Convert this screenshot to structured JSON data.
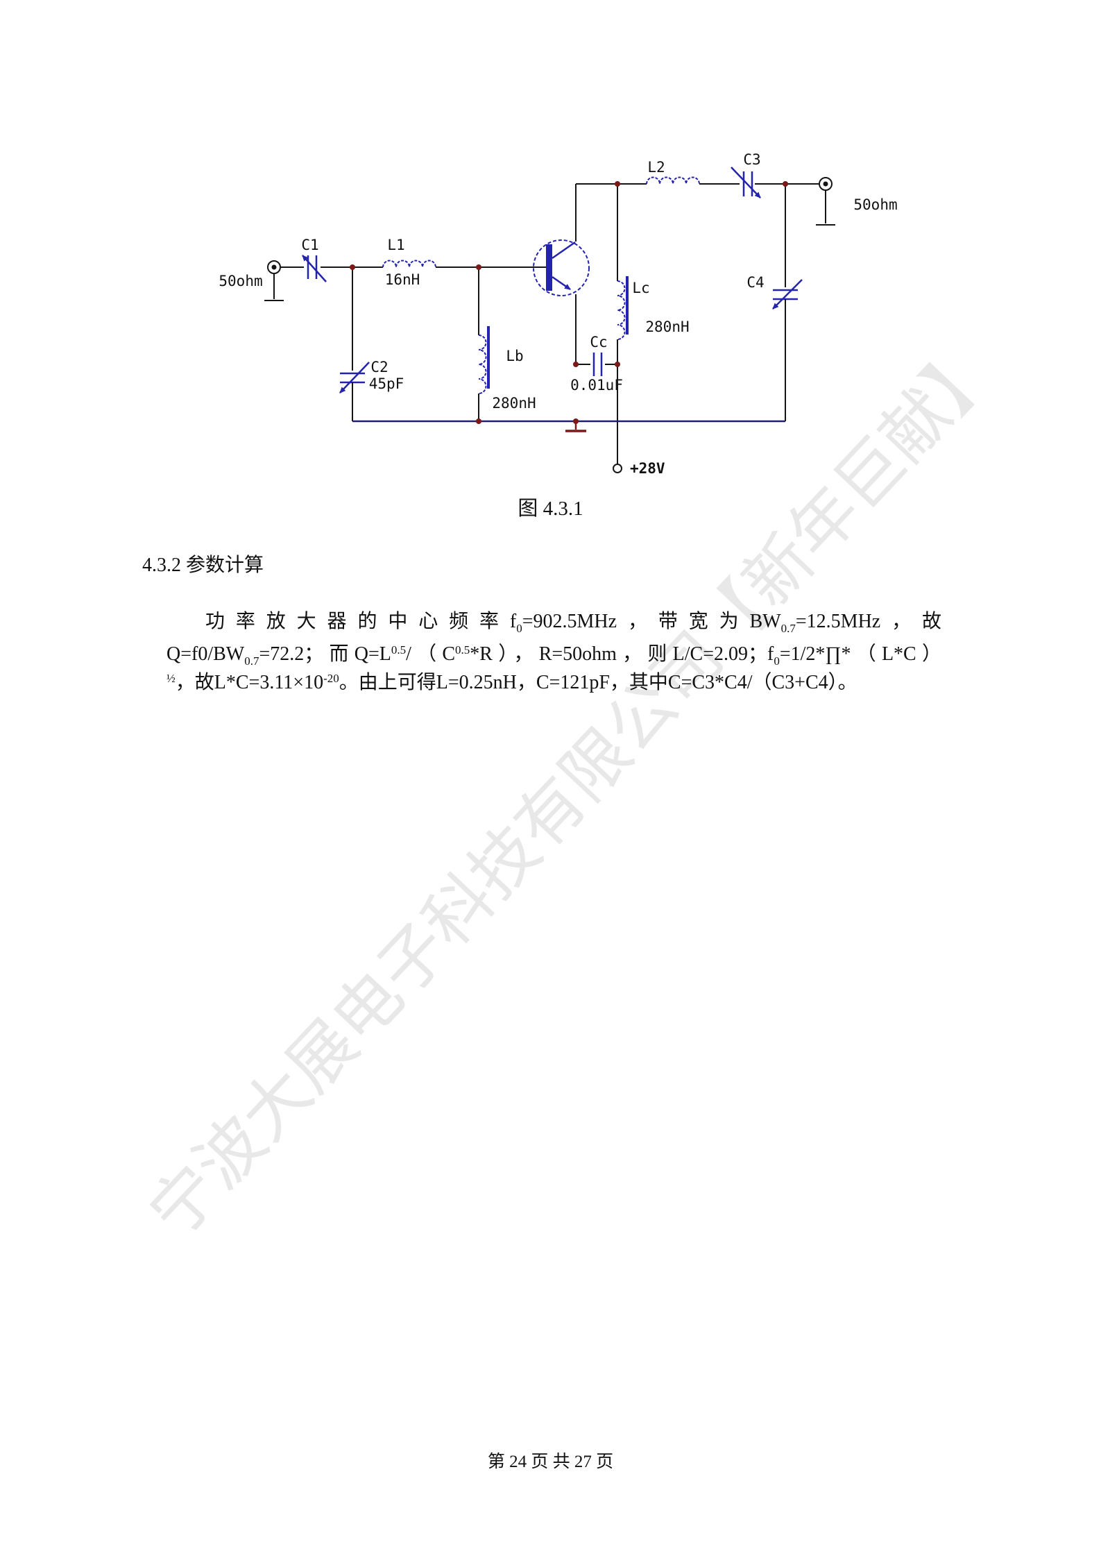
{
  "watermark": {
    "text": "宁波大展电子科技有限公司【新年巨献】",
    "color": "#e8e8e8"
  },
  "figure": {
    "caption": "图 4.3.1",
    "colors": {
      "wire": "#151515",
      "component_blue": "#2323b0",
      "junction_maroon": "#7b1818",
      "ground_rail_navy": "#1c1c7a"
    },
    "labels": {
      "input_impedance": "50ohm",
      "c1": "C1",
      "l1": "L1",
      "l1_value": "16nH",
      "c2": "C2",
      "c2_value": "45pF",
      "lb": "Lb",
      "lb_value": "280nH",
      "cc": "Cc",
      "cc_value": "0.01uF",
      "lc": "Lc",
      "lc_value": "280nH",
      "l2": "L2",
      "c3": "C3",
      "c4": "C4",
      "output_impedance": "50ohm",
      "supply": "+28V"
    }
  },
  "section": {
    "heading": "4.3.2 参数计算"
  },
  "paragraph": {
    "lines": [
      [
        {
          "t": "功率放大器的中心频率f"
        },
        {
          "t": "0",
          "style": "sub"
        },
        {
          "t": "=902.5MHz，"
        },
        {
          "t": "带宽为BW"
        },
        {
          "t": "0.7",
          "style": "sub"
        },
        {
          "t": "=12.5MHz，"
        },
        {
          "t": "故"
        }
      ],
      [
        {
          "t": "Q=f0/BW"
        },
        {
          "t": "0.7",
          "style": "sub"
        },
        {
          "t": "=72.2；而Q=L"
        },
        {
          "t": "0.5",
          "style": "sup"
        },
        {
          "t": "/（C"
        },
        {
          "t": "0.5",
          "style": "sup"
        },
        {
          "t": "*R），R=50ohm，则L/C=2.09；f"
        },
        {
          "t": "0",
          "style": "sub"
        },
        {
          "t": "=1/2*∏*（L*C）"
        }
      ],
      [
        {
          "t": "½",
          "style": "sup"
        },
        {
          "t": "，故L*C=3.11×10"
        },
        {
          "t": "-20",
          "style": "sup"
        },
        {
          "t": "。由上可得L=0.25nH，C=121pF，其中C=C3*C4/（C3+C4）。"
        }
      ]
    ]
  },
  "footer": {
    "page_info": "第 24 页 共 27 页"
  }
}
